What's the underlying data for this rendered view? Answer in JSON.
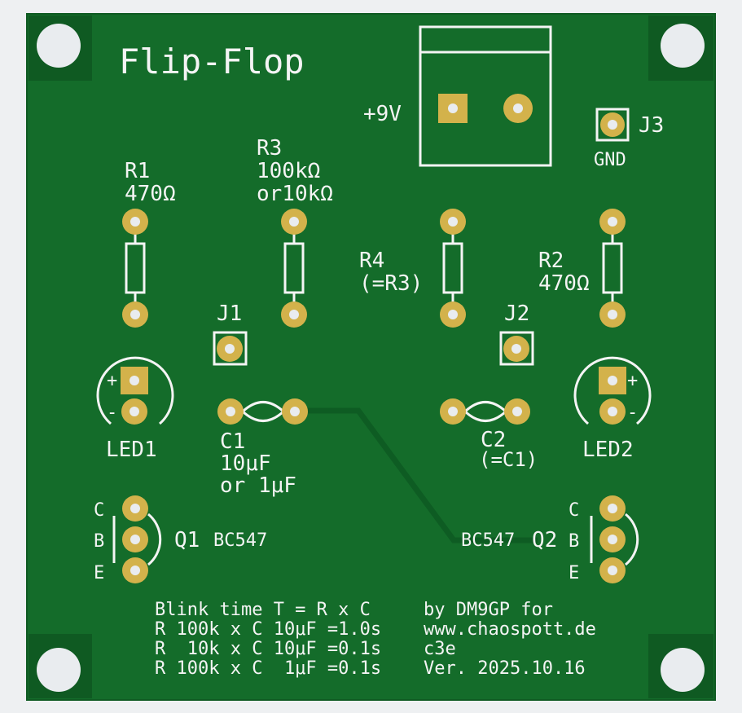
{
  "board": {
    "colors": {
      "background": "#eef0f2",
      "board": "#146c2a",
      "board_edge": "#0f5a22",
      "trace": "#0e5c23",
      "pad": "#d3b24b",
      "silkscreen": "#f4f4f4",
      "hole": "#e9ecef"
    },
    "title": "Flip-Flop",
    "power": {
      "plus_label": "+9V",
      "gnd_label": "GND",
      "j3_label": "J3"
    },
    "resistors": {
      "r1_ref": "R1",
      "r1_value": "470Ω",
      "r3_ref": "R3",
      "r3_value_line1": "100kΩ",
      "r3_value_line2": "or10kΩ",
      "r4_ref": "R4",
      "r4_value": "(=R3)",
      "r2_ref": "R2",
      "r2_value": "470Ω"
    },
    "jumpers": {
      "j1_label": "J1",
      "j2_label": "J2"
    },
    "leds": {
      "led1_label": "LED1",
      "led2_label": "LED2",
      "plus": "+",
      "minus": "-"
    },
    "capacitors": {
      "c1_ref": "C1",
      "c1_value_line1": "10μF",
      "c1_value_line2": "or 1μF",
      "c2_ref": "C2",
      "c2_value": "(=C1)"
    },
    "transistors": {
      "q1_ref": "Q1",
      "q1_type": "BC547",
      "q2_ref": "Q2",
      "q2_type": "BC547",
      "pin_c": "C",
      "pin_b": "B",
      "pin_e": "E"
    },
    "notes": {
      "line1": "Blink time T = R x C",
      "line2": "R 100k x C 10μF =1.0s",
      "line3": "R  10k x C 10μF =0.1s",
      "line4": "R 100k x C  1μF =0.1s"
    },
    "credits": {
      "line1": "by DM9GP for",
      "line2": "www.chaospott.de",
      "line3": "c3e",
      "line4": "Ver. 2025.10.16"
    }
  }
}
